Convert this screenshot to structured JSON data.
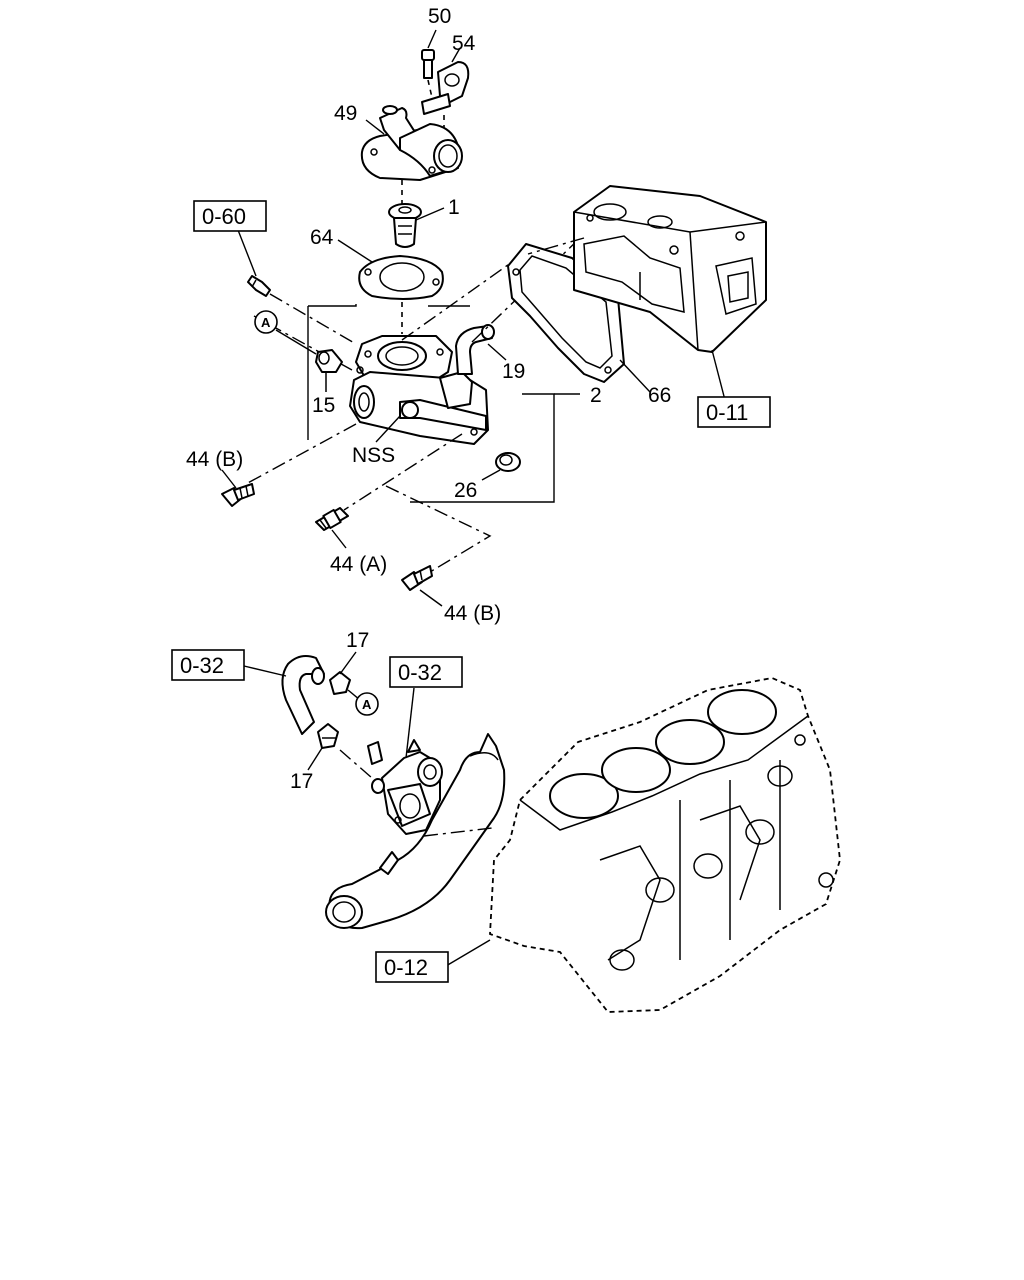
{
  "parts": {
    "p50": "50",
    "p54": "54",
    "p49": "49",
    "p1": "1",
    "p64": "64",
    "p19": "19",
    "p2": "2",
    "p66": "66",
    "p15": "15",
    "pNSS": "NSS",
    "p44b_upper": "44 (B)",
    "p26": "26",
    "p44a": "44 (A)",
    "p44b_lower": "44 (B)",
    "p17_top": "17",
    "p17_bottom": "17"
  },
  "refs": {
    "r060": "0-60",
    "r011": "0-11",
    "r032_left": "0-32",
    "r032_right": "0-32",
    "r012": "0-12"
  },
  "markers": {
    "a_upper": "A",
    "a_lower": "A"
  }
}
